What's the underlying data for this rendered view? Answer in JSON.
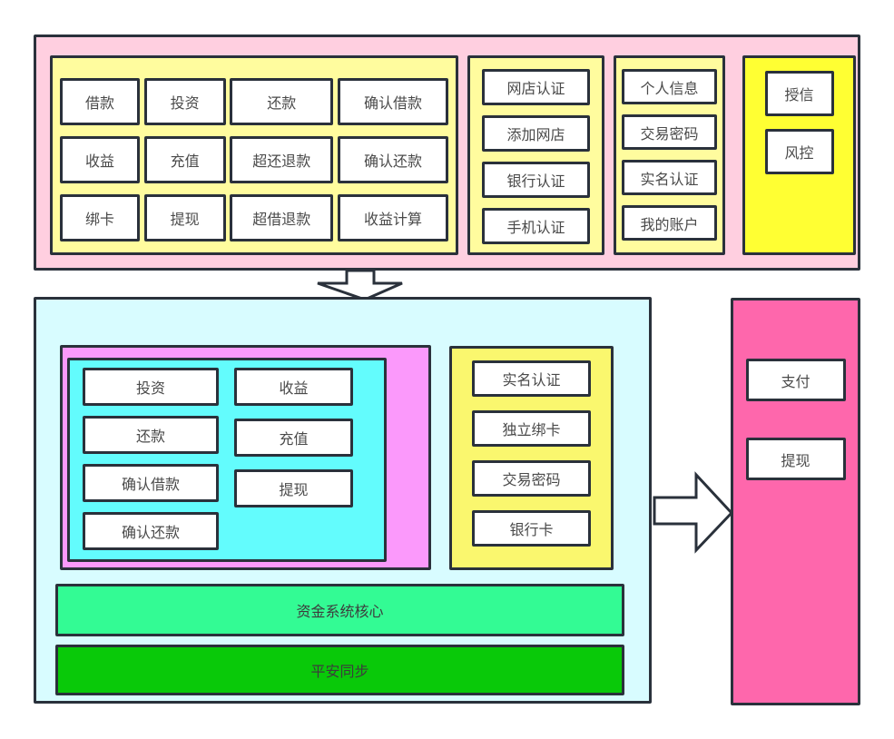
{
  "diagram": {
    "top_section": {
      "business_panel": {
        "rows": [
          [
            "借款",
            "投资",
            "还款",
            "确认借款"
          ],
          [
            "收益",
            "充值",
            "超还退款",
            "确认还款"
          ],
          [
            "绑卡",
            "提现",
            "超借退款",
            "收益计算"
          ]
        ]
      },
      "shop_panel": {
        "items": [
          "网店认证",
          "添加网店",
          "银行认证",
          "手机认证"
        ]
      },
      "account_panel": {
        "items": [
          "个人信息",
          "交易密码",
          "实名认证",
          "我的账户"
        ]
      },
      "credit_panel": {
        "items": [
          "授信",
          "风控"
        ]
      }
    },
    "bottom_section": {
      "core_trade_panel": {
        "left_items": [
          "投资",
          "还款",
          "确认借款",
          "确认还款"
        ],
        "right_items": [
          "收益",
          "充值",
          "提现"
        ]
      },
      "security_panel": {
        "items": [
          "实名认证",
          "独立绑卡",
          "交易密码",
          "银行卡"
        ]
      },
      "bars": [
        {
          "label": "资金系统核心"
        },
        {
          "label": "平安同步"
        }
      ]
    },
    "right_section": {
      "items": [
        "支付",
        "提现"
      ]
    },
    "arrows": [
      "down-arrow",
      "right-arrow"
    ],
    "colors": {
      "border": "#2a313b",
      "text": "#4a4a4a",
      "top_container": "#ffcfe0",
      "pale_yellow": "#fffc9e",
      "bright_yellow": "#ffff33",
      "mid_yellow": "#faf76e",
      "outer_cyan": "#d8fcff",
      "magenta": "#fb99fb",
      "inner_cyan": "#63fcfd",
      "green_light": "#33fb94",
      "green_dark": "#09c909",
      "hot_pink": "#fe67ac",
      "node_fill": "#ffffff"
    }
  }
}
